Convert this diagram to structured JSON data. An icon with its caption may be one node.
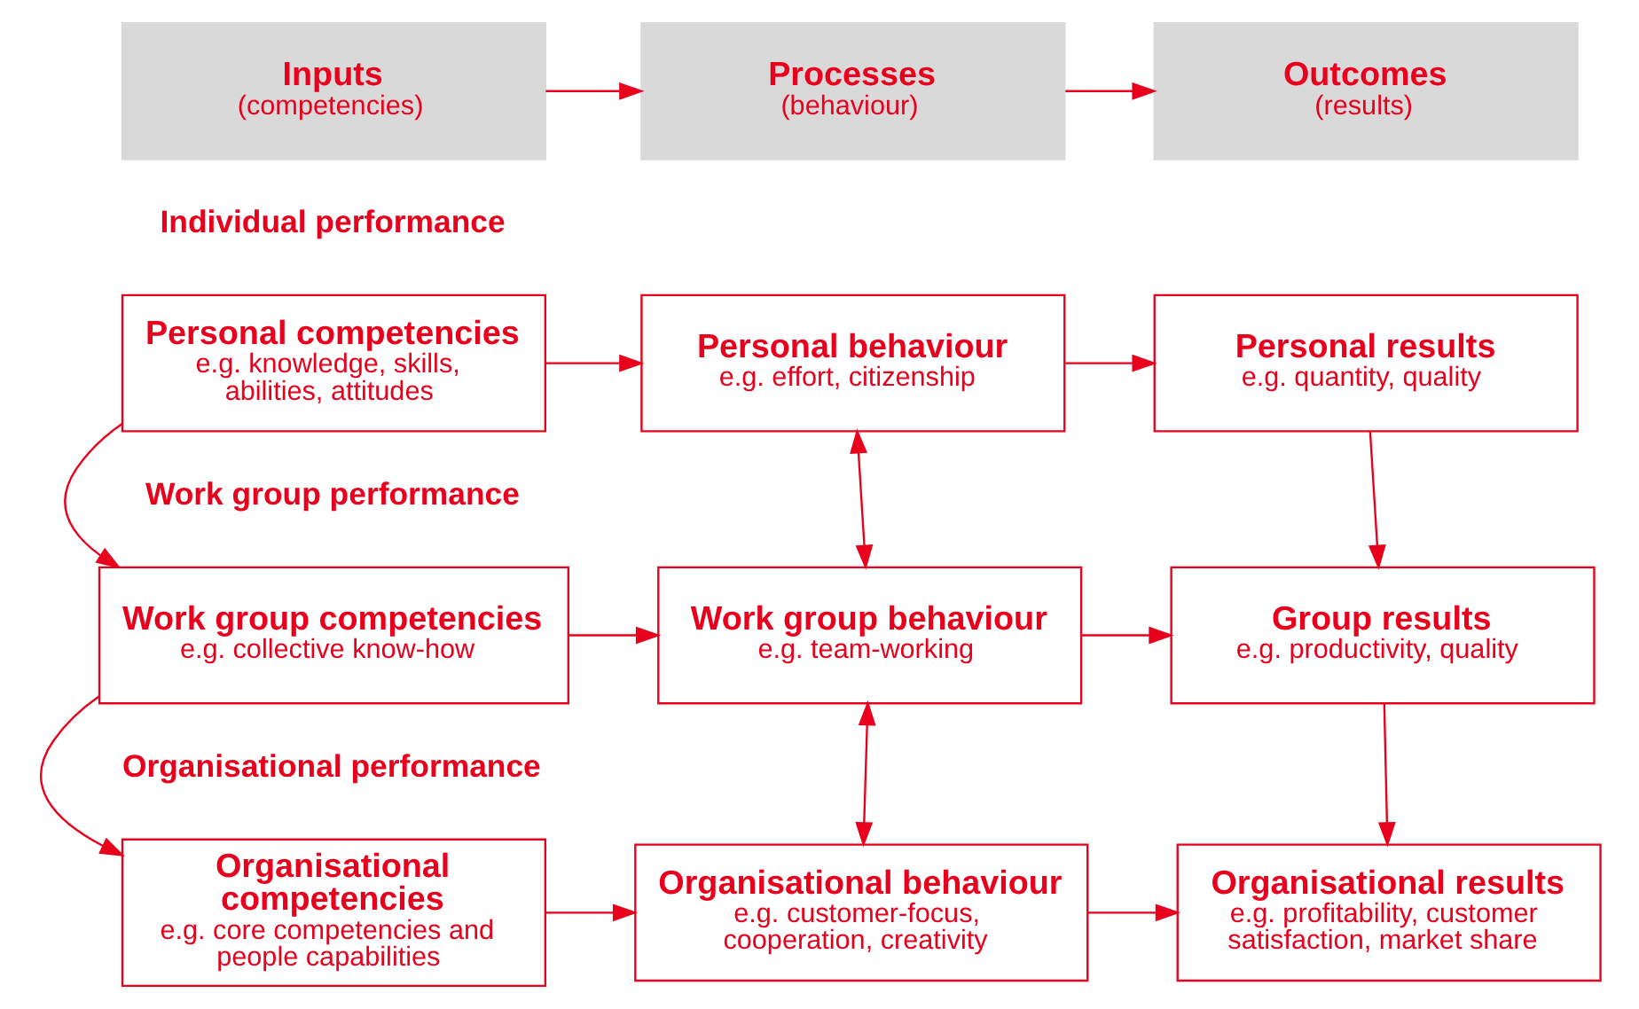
{
  "diagram": {
    "nodes": [
      {
        "text": [
          "Inputs",
          "(competencies)"
        ]
      },
      {
        "text": [
          "Processes",
          "(behaviour)"
        ]
      },
      {
        "text": [
          "Outcomes",
          "(results)"
        ]
      },
      {
        "text": [
          "Personal competencies",
          "e.g. knowledge, skills, abilities, attitudes"
        ]
      },
      {
        "text": [
          "Personal behaviour",
          "e.g. effort, citizenship"
        ]
      },
      {
        "text": [
          "Personal results",
          "e.g. quantity, quality"
        ]
      },
      {
        "text": [
          "Work group competencies",
          "e.g. collective know-how"
        ]
      },
      {
        "text": [
          "Work group behaviour",
          "e.g. team-working"
        ]
      },
      {
        "text": [
          "Group results",
          "e.g. productivity, quality"
        ]
      },
      {
        "text": [
          "Organisational competencies",
          "e.g. core competencies and people capabilities"
        ]
      },
      {
        "text": [
          "Organisational behaviour",
          "e.g. customer-focus, cooperation, creativity"
        ]
      },
      {
        "text": [
          "Organisational results",
          "e.g. profitability, customer satisfaction, market share"
        ]
      }
    ],
    "edges": [
      {
        "from": 0,
        "to": 1,
        "arrow": "to"
      },
      {
        "from": 1,
        "to": 2,
        "arrow": "to"
      },
      {
        "from": 3,
        "to": 4,
        "arrow": "to"
      },
      {
        "from": 4,
        "to": 5,
        "arrow": "to"
      },
      {
        "from": 3,
        "to": 6,
        "arrow": "to"
      },
      {
        "from": 4,
        "to": 7,
        "arrow": "both"
      },
      {
        "from": 5,
        "to": 8,
        "arrow": "to"
      },
      {
        "from": 6,
        "to": 7,
        "arrow": "to"
      },
      {
        "from": 7,
        "to": 8,
        "arrow": "to"
      },
      {
        "from": 6,
        "to": 9,
        "arrow": "to"
      },
      {
        "from": 7,
        "to": 10,
        "arrow": "both"
      },
      {
        "from": 8,
        "to": 11,
        "arrow": "to"
      },
      {
        "from": 9,
        "to": 10,
        "arrow": "to"
      },
      {
        "from": 10,
        "to": 11,
        "arrow": "to"
      }
    ],
    "labels": [
      "Individual performance",
      "Work group performance",
      "Organisational performance"
    ]
  }
}
